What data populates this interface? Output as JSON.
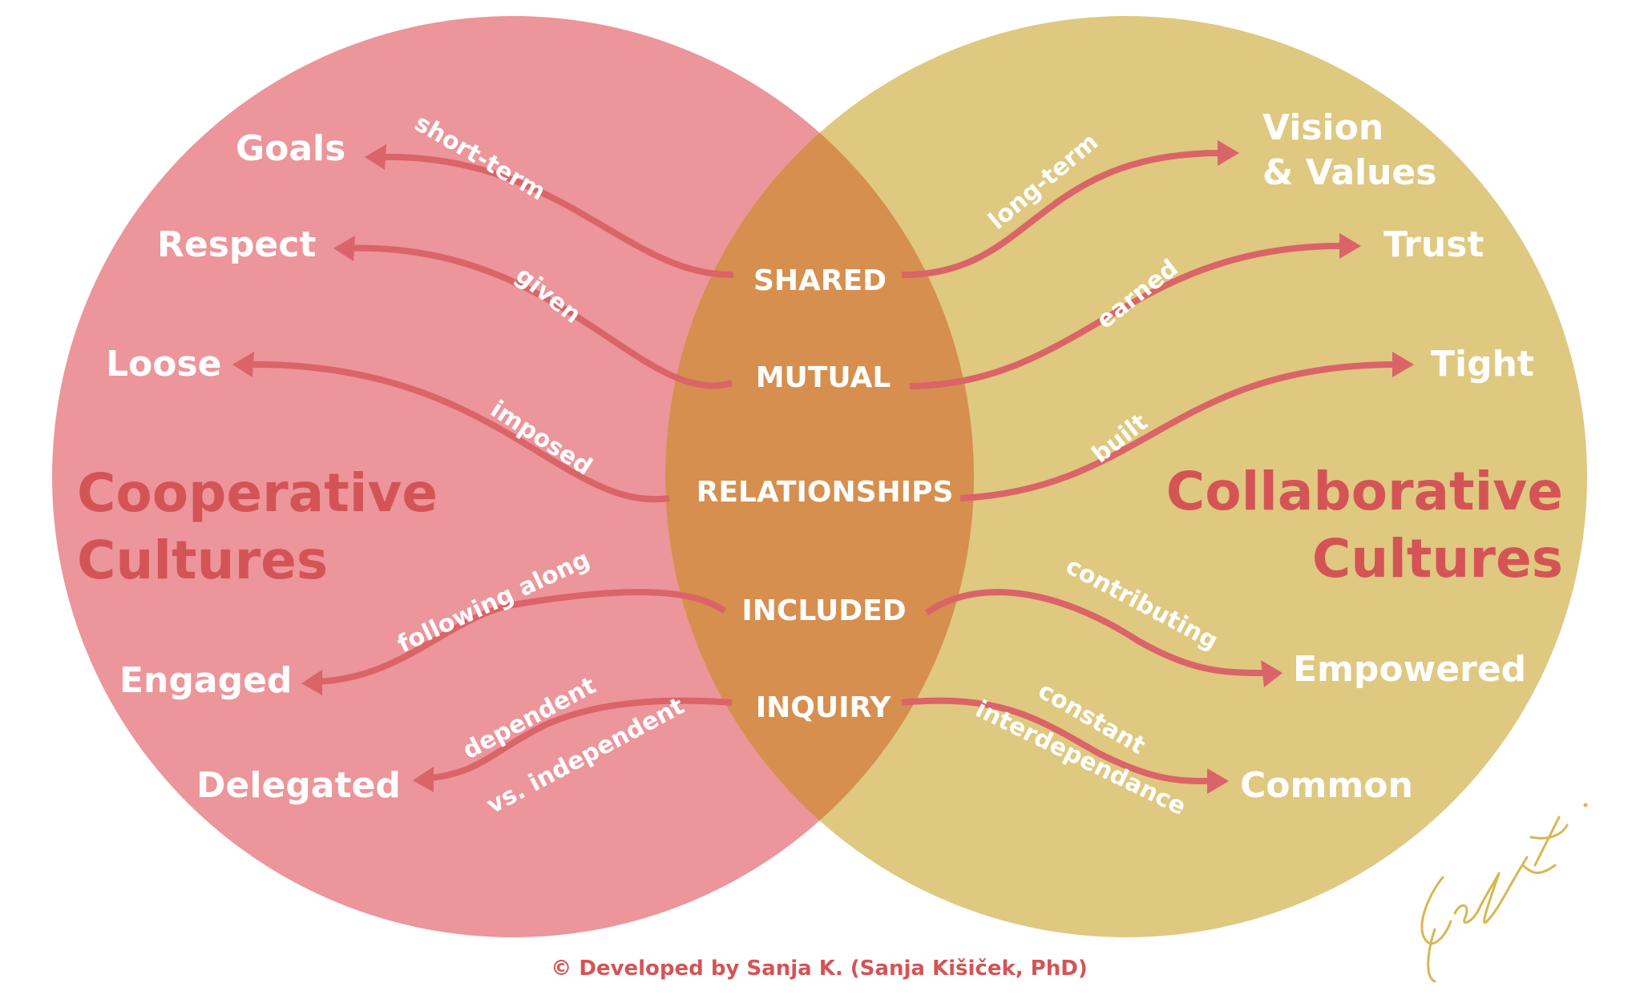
{
  "colors": {
    "left_circle": "#EC959B",
    "right_circle": "#DFC880",
    "overlap": "#D68F4E",
    "arrow": "#DA6468",
    "title_text": "#D45456",
    "label_text": "#FFFFFF",
    "signature": "#D9B651"
  },
  "left": {
    "title_line1": "Cooperative",
    "title_line2": "Cultures",
    "outcomes": [
      "Goals",
      "Respect",
      "Loose",
      "Engaged",
      "Delegated"
    ],
    "qualifiers": [
      {
        "text": "short-term"
      },
      {
        "text": "given"
      },
      {
        "text": "imposed"
      },
      {
        "text": "following along"
      },
      {
        "text": "dependent"
      },
      {
        "text": "vs. independent"
      }
    ]
  },
  "right": {
    "title_line1": "Collaborative",
    "title_line2": "Cultures",
    "outcomes": [
      "Vision",
      "& Values",
      "Trust",
      "Tight",
      "Empowered",
      "Common"
    ],
    "qualifiers": [
      {
        "text": "long-term"
      },
      {
        "text": "earned"
      },
      {
        "text": "built"
      },
      {
        "text": "contributing"
      },
      {
        "text": "constant"
      },
      {
        "text": "interdependance"
      }
    ]
  },
  "center": {
    "items": [
      "SHARED",
      "MUTUAL",
      "RELATIONSHIPS",
      "INCLUDED",
      "INQUIRY"
    ]
  },
  "footer": {
    "credit": "© Developed by Sanja K. (Sanja Kišiček, PhD)"
  },
  "signature": {
    "text": "SanjaK."
  }
}
